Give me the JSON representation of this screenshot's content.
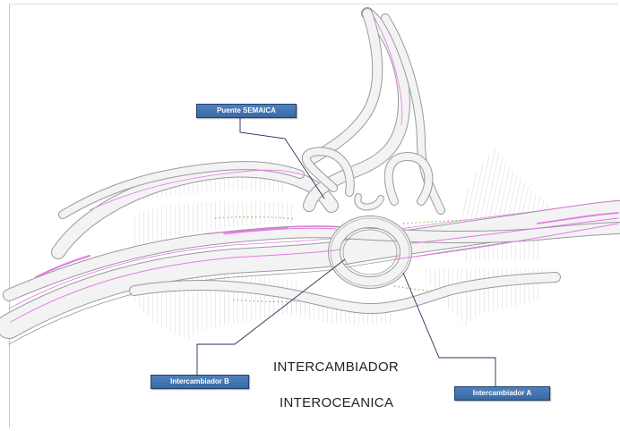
{
  "labels": {
    "puente_semaica": "Puente SEMAICA",
    "intercambiador_b": "Intercambiador B",
    "intercambiador_a": "Intercambiador A"
  },
  "title": {
    "line1": "INTERCAMBIADOR",
    "line2": "INTEROCEANICA"
  },
  "colors": {
    "road_edge": "#9a9a9a",
    "road_fill": "#f3f3f3",
    "alignment": "#e27ae2",
    "hatch": "#b9bdb9",
    "vegetation": "#7fbf5f",
    "callout": "#3a6aa5",
    "leader": "#2b2b5a"
  }
}
